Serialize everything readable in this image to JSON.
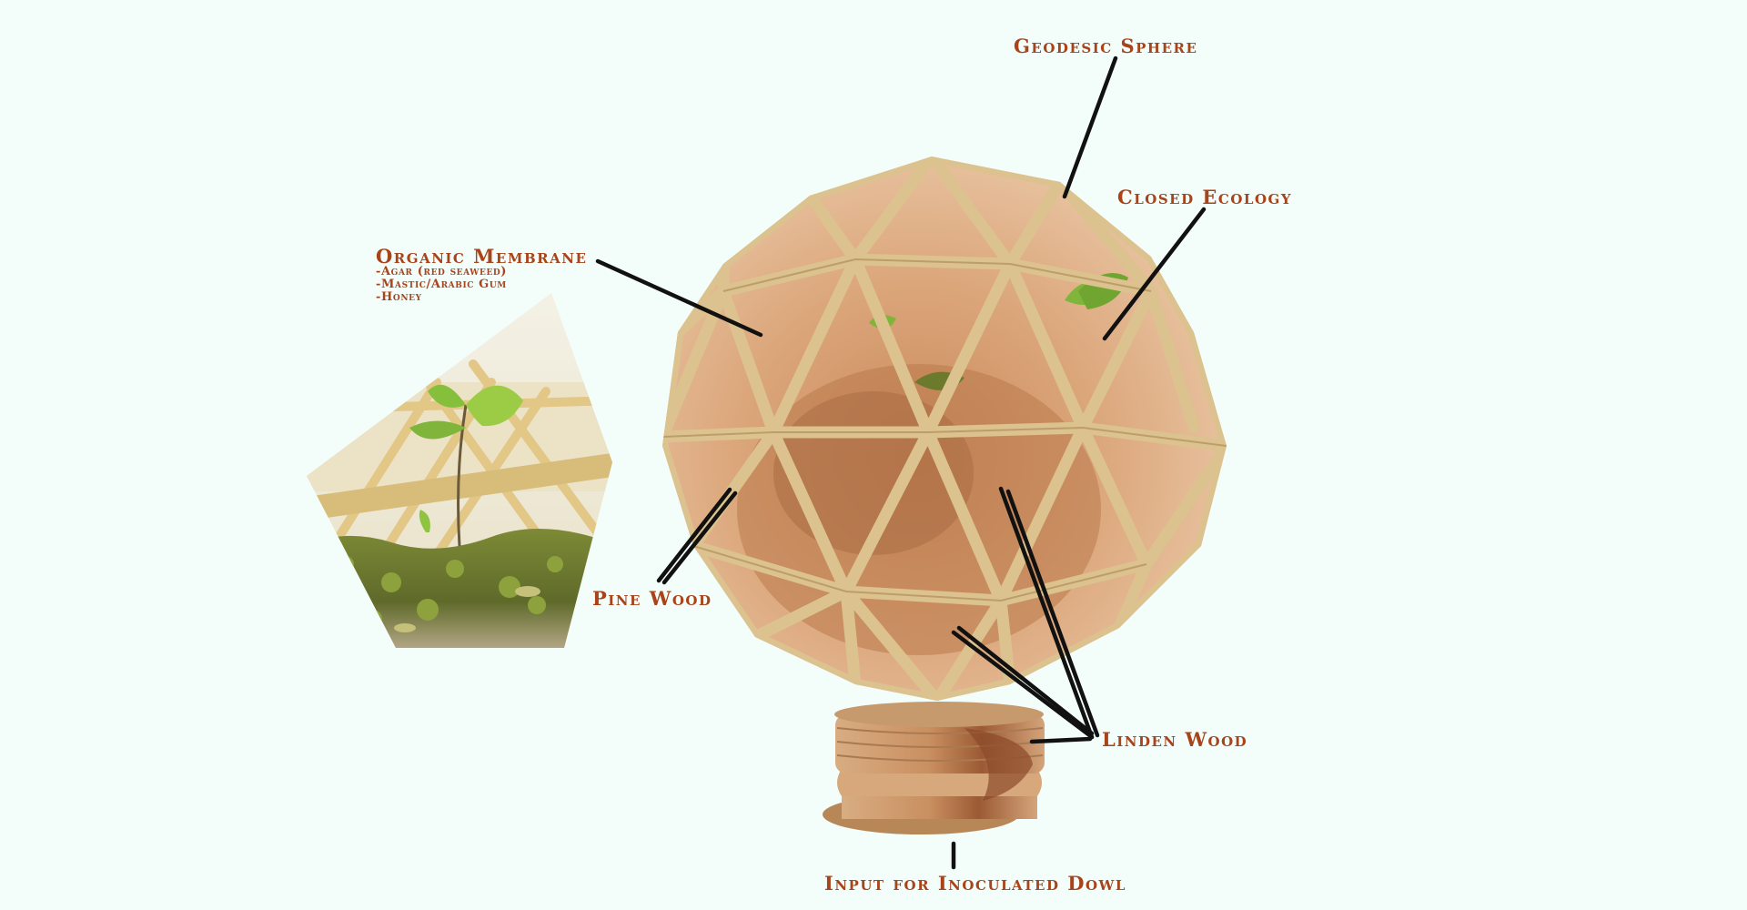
{
  "labels": {
    "geodesic_sphere": "Geodesic Sphere",
    "closed_ecology": "Closed Ecology",
    "organic_membrane": "Organic Membrane",
    "membrane_items": [
      "-Agar (red seaweed)",
      "-Mastic/Arabic Gum",
      "-Honey"
    ],
    "pine_wood": "Pine Wood",
    "linden_wood": "Linden Wood",
    "input_dowl": "Input for Inoculated Dowl"
  },
  "colors": {
    "background": "#f3fdfa",
    "label": "#a8431a",
    "leader_line": "#111111",
    "wood_strut": "#dcc28e",
    "wood_strut_edge": "#a88652",
    "membrane": "#d9a77a",
    "membrane_dark": "#b27447",
    "base_wood": "#c9986a",
    "moss": "#6f7a2e",
    "leaf": "#7fb53a"
  }
}
